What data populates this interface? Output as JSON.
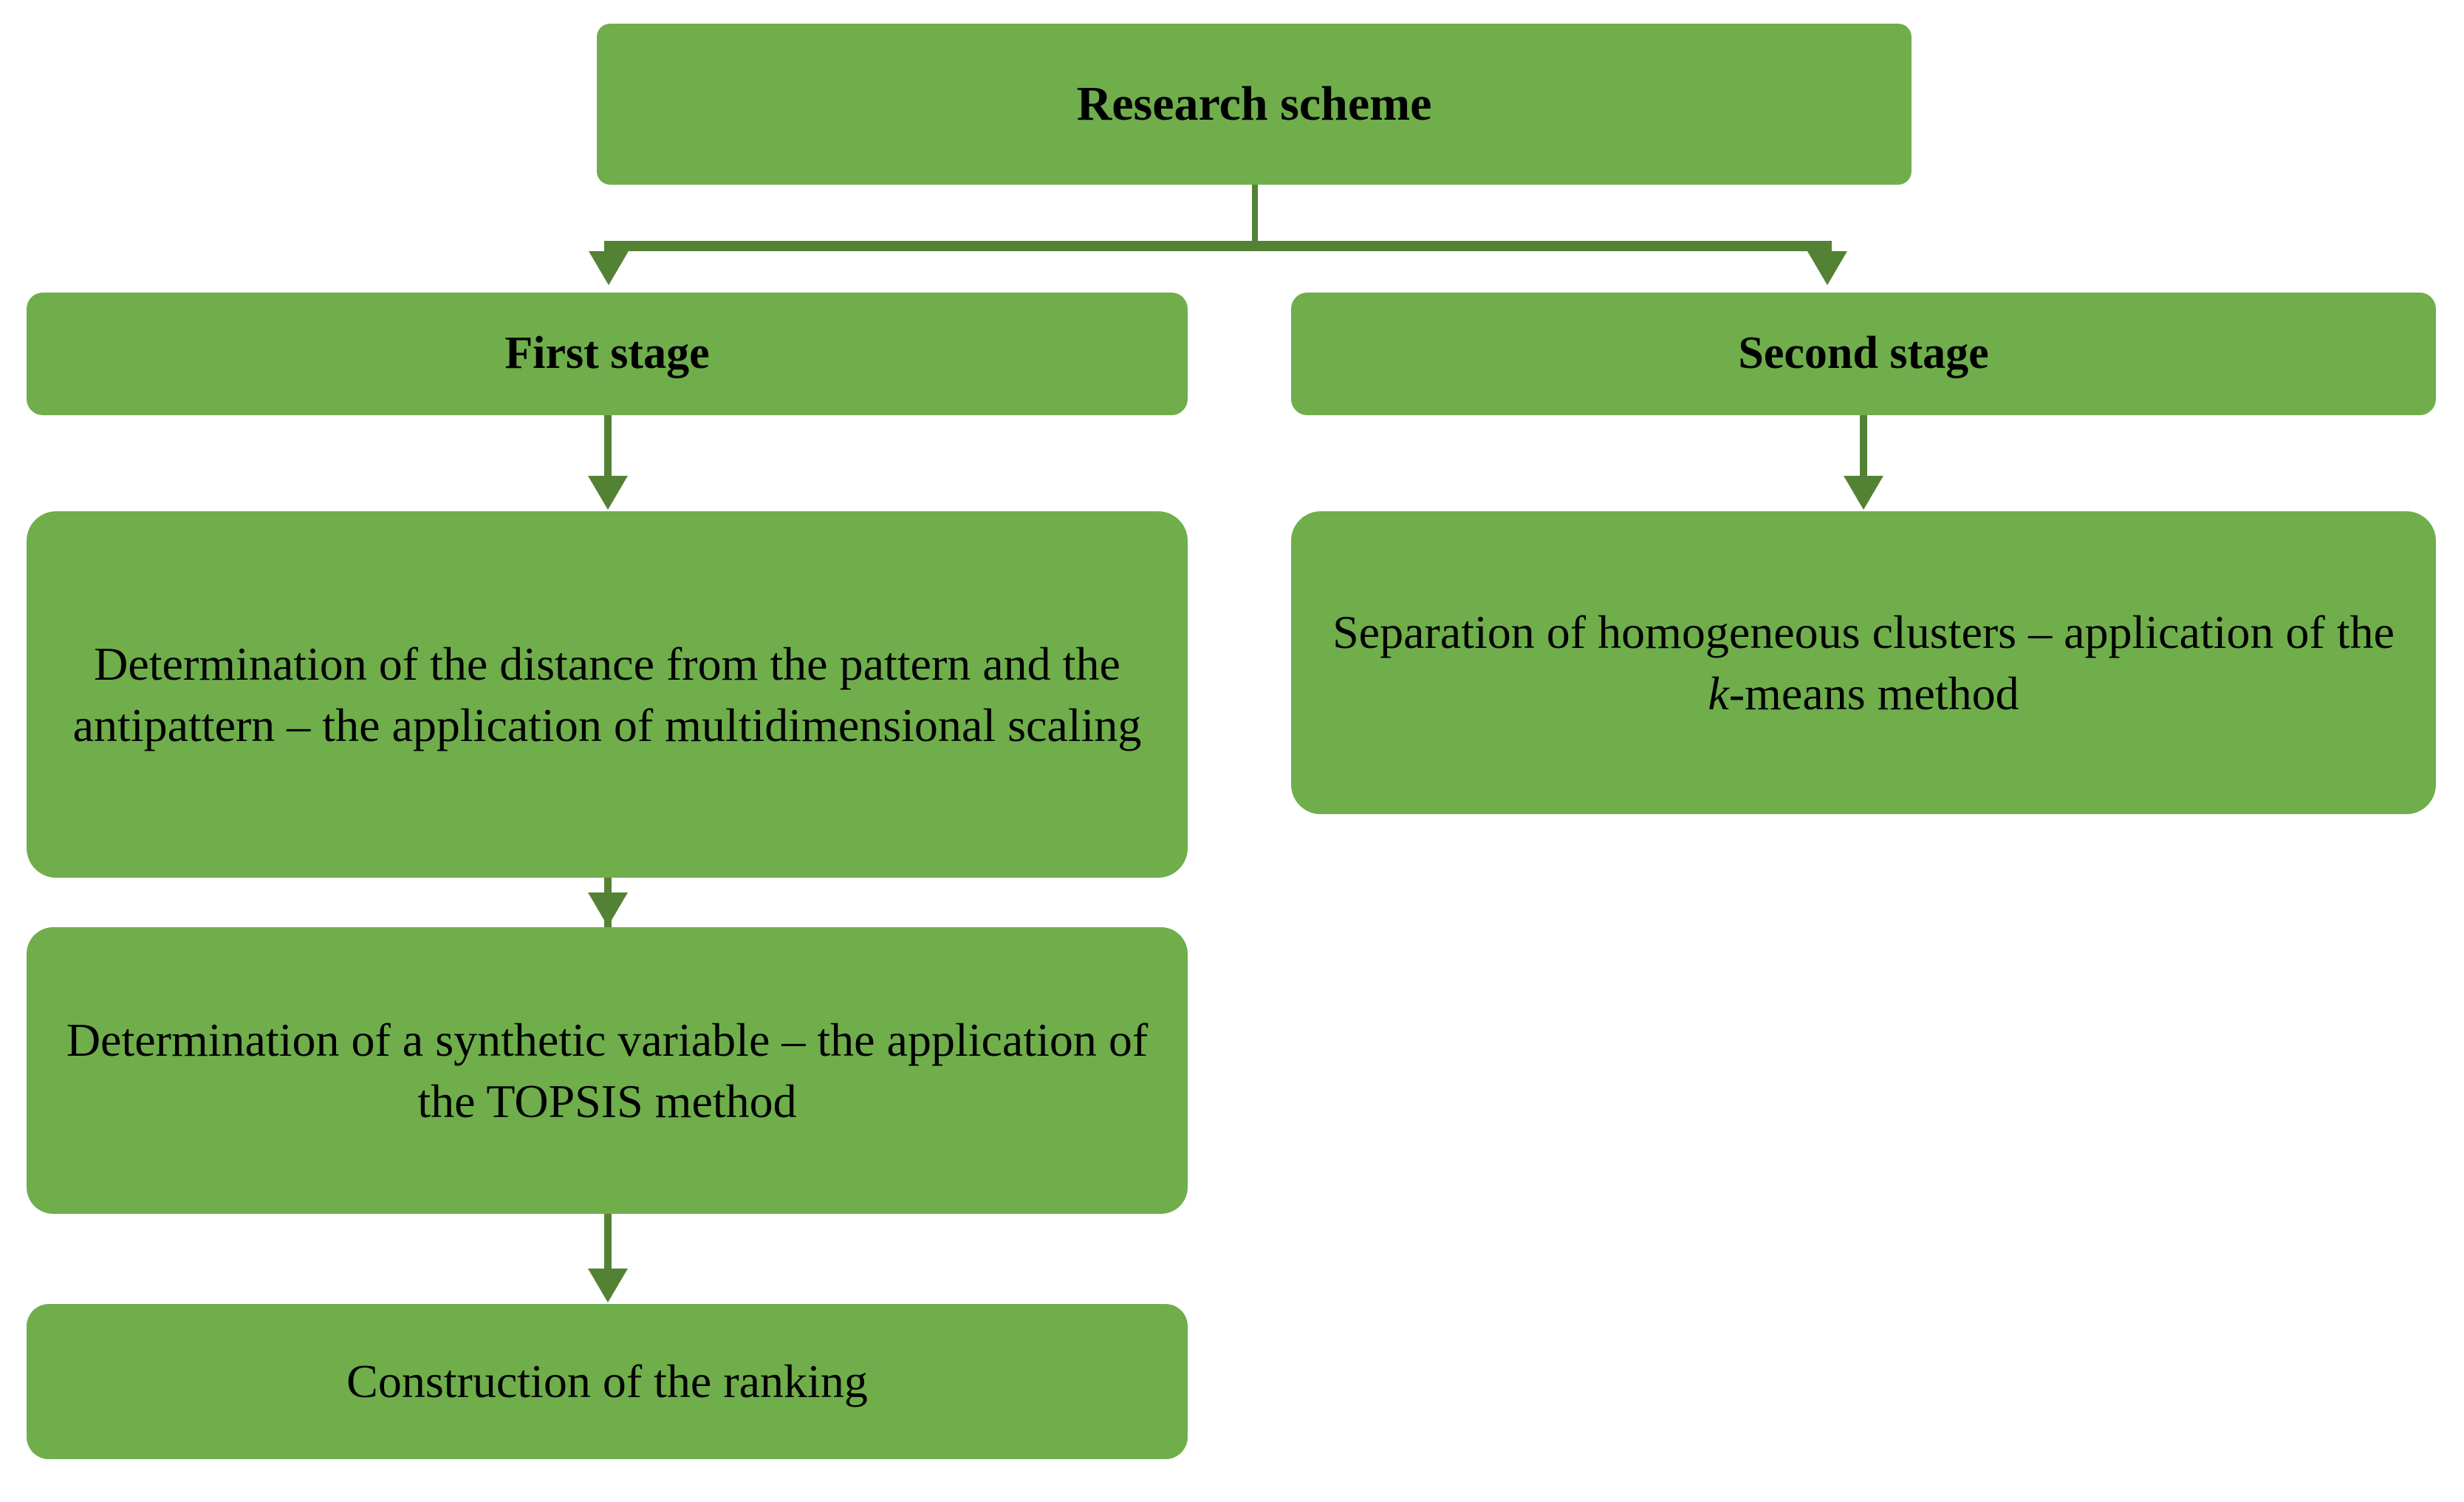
{
  "diagram": {
    "title": "Research scheme",
    "colors": {
      "node_fill": "#6FAE4B",
      "connector": "#538234",
      "text": "#000000",
      "background": "#FFFFFF"
    },
    "nodes": {
      "root": {
        "label": "Research scheme"
      },
      "stage1": {
        "label": "First stage"
      },
      "stage2": {
        "label": "Second stage"
      },
      "distance": {
        "label": "Determination of the distance from the pattern and the antipattern – the application of multidimensional scaling"
      },
      "clusters": {
        "label_part1": "Separation of homogeneous clusters – application of the ",
        "label_italic": "k",
        "label_part2": "-means method"
      },
      "synthetic": {
        "label": "Determination of a synthetic variable – the application of the TOPSIS method"
      },
      "ranking": {
        "label": "Construction of the ranking"
      }
    },
    "edges": [
      {
        "from": "root",
        "to": "stage1",
        "style": "elbow-arrow"
      },
      {
        "from": "root",
        "to": "stage2",
        "style": "elbow-arrow"
      },
      {
        "from": "stage1",
        "to": "distance",
        "style": "straight-arrow"
      },
      {
        "from": "distance",
        "to": "synthetic",
        "style": "straight-arrow"
      },
      {
        "from": "synthetic",
        "to": "ranking",
        "style": "straight-arrow"
      },
      {
        "from": "stage2",
        "to": "clusters",
        "style": "straight-arrow"
      }
    ]
  }
}
